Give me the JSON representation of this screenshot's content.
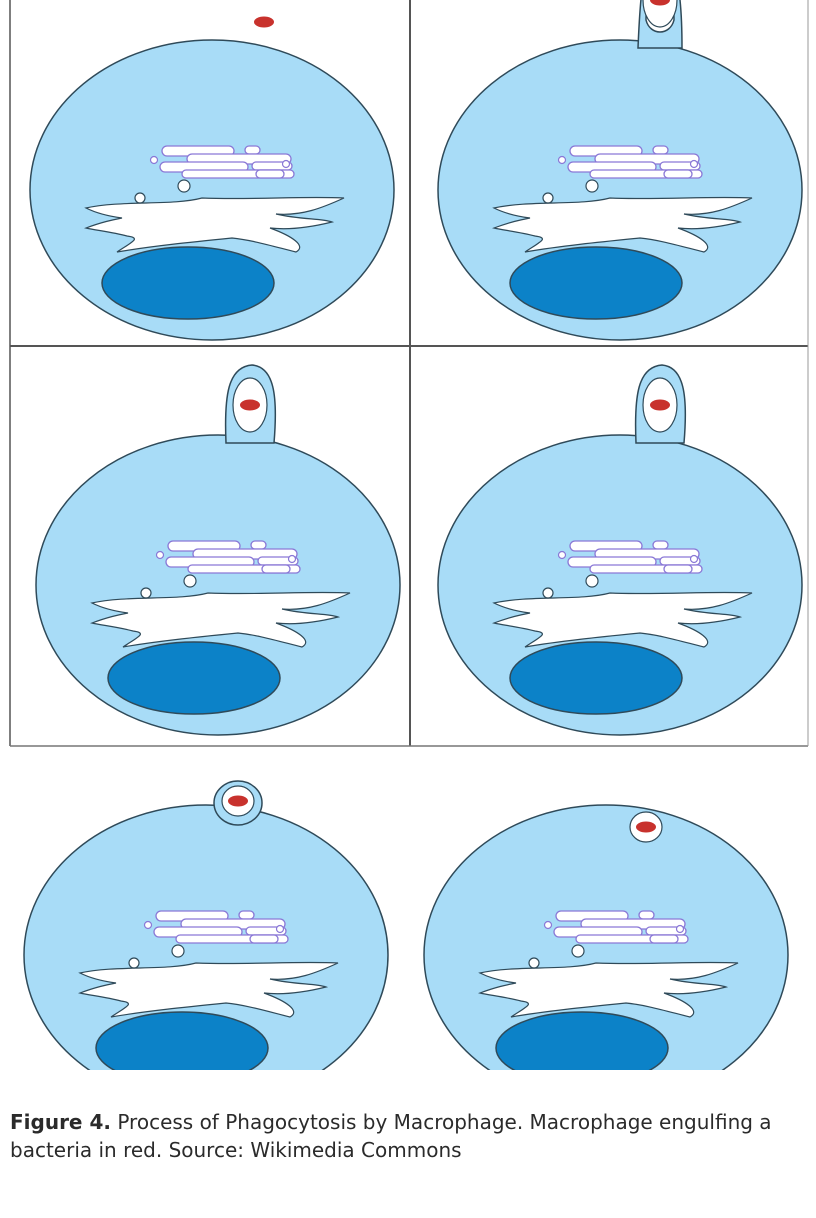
{
  "figure": {
    "panel_count": 6,
    "stages": [
      "particle-outside-cell",
      "pseudopods-extending",
      "pseudopods-closing",
      "membrane-fusing",
      "particle-in-cup",
      "phagosome-internalized"
    ],
    "colors": {
      "cytoplasm": "#a8dcf7",
      "nucleus": "#0c82c8",
      "organelle": "#ffffff",
      "organelle_outline": "#8a78d6",
      "bacterium": "#c8322d",
      "outline": "#2f4a59",
      "grid": "#555555"
    }
  },
  "caption": {
    "label": "Figure 4.",
    "text": " Process of Phagocytosis by Macrophage. Macrophage engulfing a bacteria in red. Source: Wikimedia Commons"
  }
}
